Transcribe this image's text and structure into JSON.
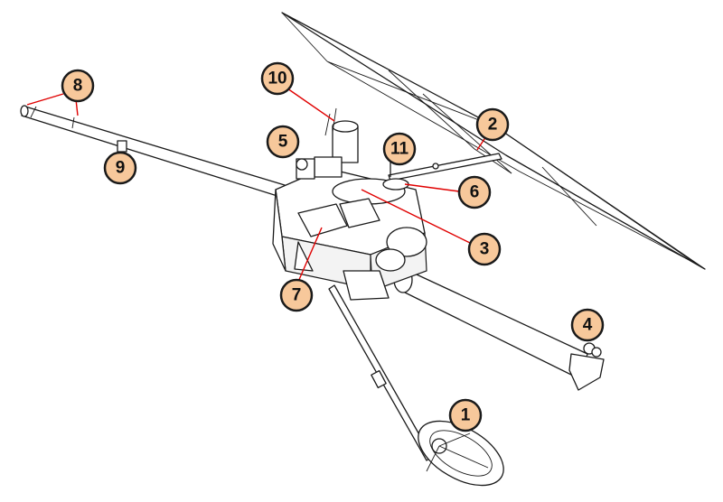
{
  "diagram": {
    "callouts": [
      {
        "id": "c1",
        "label": "1"
      },
      {
        "id": "c2",
        "label": "2"
      },
      {
        "id": "c3",
        "label": "3"
      },
      {
        "id": "c4",
        "label": "4"
      },
      {
        "id": "c5",
        "label": "5"
      },
      {
        "id": "c6",
        "label": "6"
      },
      {
        "id": "c7",
        "label": "7"
      },
      {
        "id": "c8",
        "label": "8"
      },
      {
        "id": "c9",
        "label": "9"
      },
      {
        "id": "c10",
        "label": "10"
      },
      {
        "id": "c11",
        "label": "11"
      }
    ],
    "colors": {
      "callout_fill": "#f7c89b",
      "leader_line": "#e00000",
      "line_art": "#1a1a1a"
    }
  }
}
